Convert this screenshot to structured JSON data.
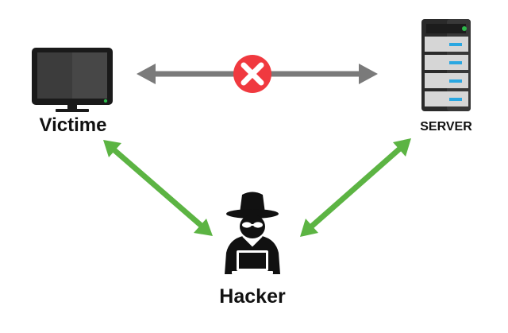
{
  "nodes": {
    "victim": {
      "label": "Victime"
    },
    "server": {
      "label": "SERVER"
    },
    "hacker": {
      "label": "Hacker"
    }
  },
  "links": [
    {
      "from": "victim",
      "to": "server",
      "status": "blocked",
      "color": "#7a7a7a"
    },
    {
      "from": "victim",
      "to": "hacker",
      "status": "intercepted",
      "color": "#5cb443"
    },
    {
      "from": "server",
      "to": "hacker",
      "status": "intercepted",
      "color": "#5cb443"
    }
  ],
  "icons": {
    "victim": "monitor-icon",
    "server": "server-rack-icon",
    "hacker": "hacker-icon",
    "blocked": "red-x-icon"
  },
  "colors": {
    "blocked_badge": "#f0393f",
    "intercept_arrow": "#5cb443",
    "direct_arrow": "#7a7a7a",
    "server_drive_accent": "#2aa7e1",
    "power_led": "#2db84a"
  }
}
